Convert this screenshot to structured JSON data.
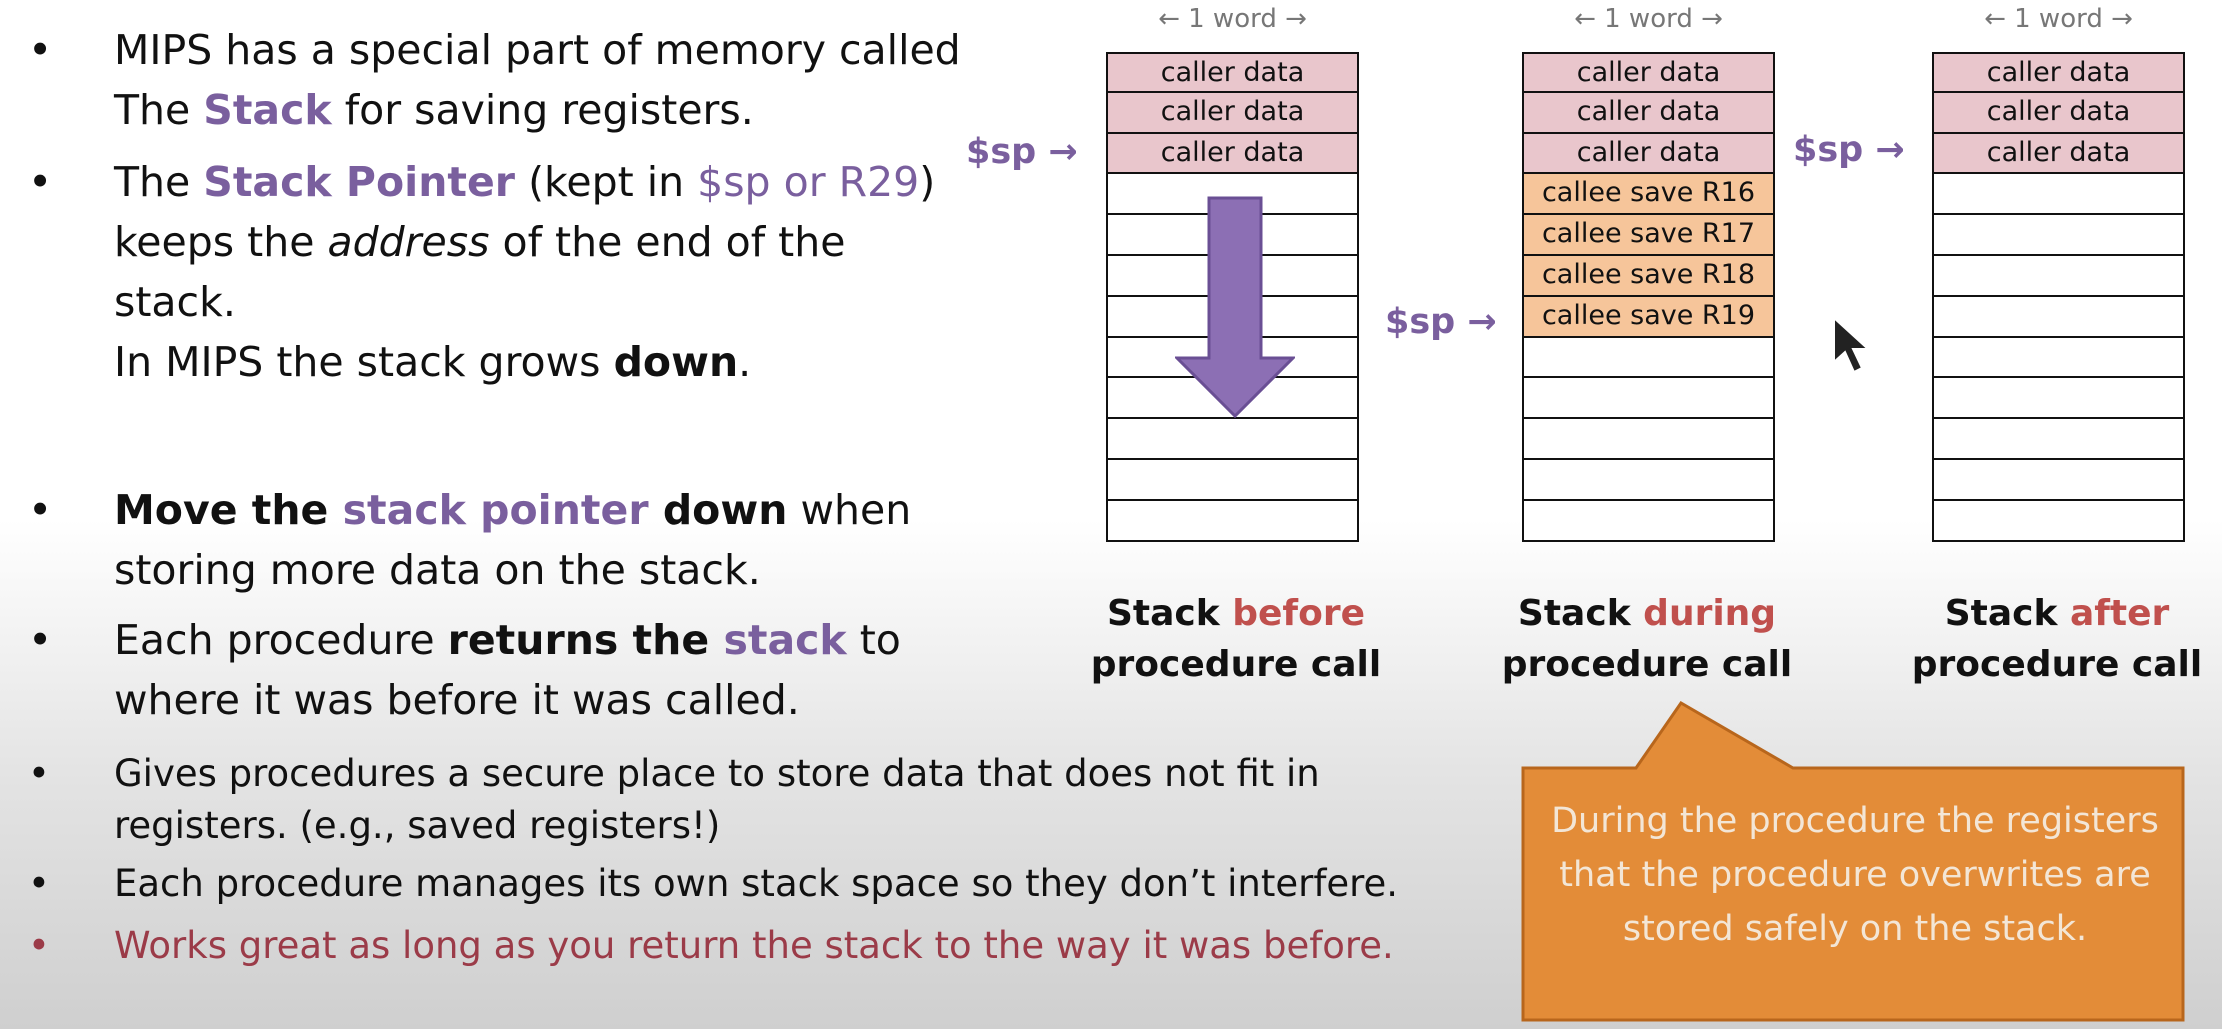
{
  "bullets": [
    {
      "line1_pre": "MIPS has a special part of memory called",
      "line2_pre": "The ",
      "line2_hl": "Stack",
      "line2_post": " for saving registers."
    },
    {
      "l1_a": "The ",
      "l1_b": "Stack Pointer",
      "l1_c": " (kept in ",
      "l1_d": "$sp or R29",
      "l1_e": ")",
      "l2_a": "keeps the ",
      "l2_b": "address",
      "l2_c": " of the end of the",
      "l3": "stack.",
      "l4_a": "In MIPS the stack grows ",
      "l4_b": "down",
      "l4_c": "."
    },
    {
      "l1_a": "Move the ",
      "l1_b": "stack pointer",
      "l1_c": " down",
      "l1_d": " when",
      "l2": "storing more data on the stack."
    },
    {
      "l1_a": "Each procedure ",
      "l1_b": "returns the ",
      "l1_c": "stack",
      "l1_d": " to",
      "l2": "where it was before it was called."
    },
    {
      "l1": "Gives procedures a secure place to store data that does not fit in",
      "l2": "registers. (e.g., saved registers!)"
    },
    {
      "l1": "Each procedure manages its own stack space so they don’t interfere."
    },
    {
      "l1": "Works great as long as you return the stack to the way it was before."
    }
  ],
  "bullet_symbol": "•",
  "word_header": "← 1 word →",
  "sp_label": "$sp →",
  "stacks": {
    "before": {
      "cells": [
        "caller data",
        "caller data",
        "caller data",
        "",
        "",
        "",
        "",
        "",
        "",
        "",
        "",
        ""
      ],
      "caption_a": "Stack ",
      "caption_b": "before",
      "caption_c": "procedure call"
    },
    "during": {
      "cells": [
        "caller data",
        "caller data",
        "caller data",
        "callee save R16",
        "callee save R17",
        "callee save R18",
        "callee save R19",
        "",
        "",
        "",
        "",
        ""
      ],
      "caption_a": "Stack ",
      "caption_b": "during",
      "caption_c": "procedure call"
    },
    "after": {
      "cells": [
        "caller data",
        "caller data",
        "caller data",
        "",
        "",
        "",
        "",
        "",
        "",
        "",
        "",
        ""
      ],
      "caption_a": "Stack ",
      "caption_b": "after",
      "caption_c": "procedure call"
    }
  },
  "callout": "During the procedure the registers that the procedure overwrites are stored safely on the stack.",
  "colors": {
    "purple": "#7a5f9e",
    "caller": "#e9c6cc",
    "callee": "#f6c59a",
    "callout": "#e38c38",
    "red_text": "#9b3b48"
  }
}
